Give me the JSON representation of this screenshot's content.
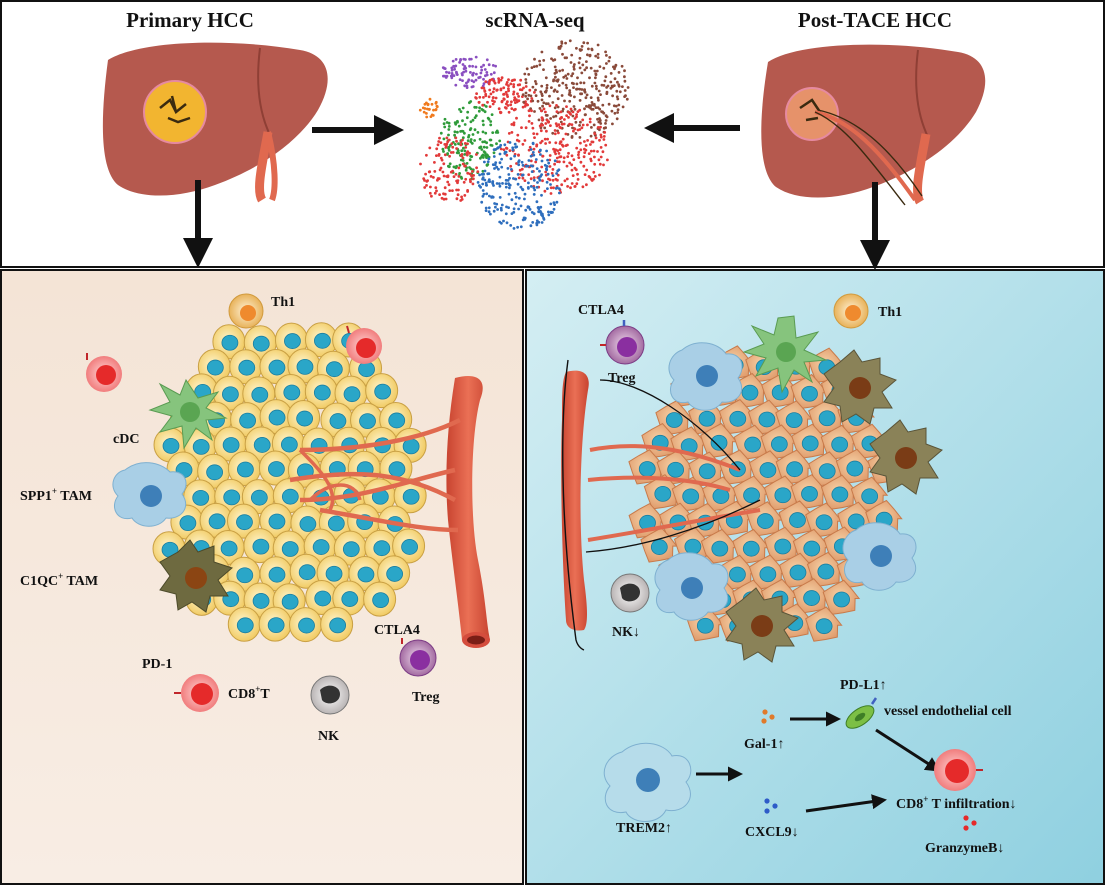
{
  "top": {
    "primary_title": "Primary HCC",
    "scrna_title": "scRNA-seq",
    "post_title": "Post-TACE HCC"
  },
  "left_panel": {
    "th1": "Th1",
    "cdc": "cDC",
    "spp1_tam_a": "SPP1",
    "spp1_tam_sup": "+",
    "spp1_tam_b": " TAM",
    "c1qc_tam_a": "C1QC",
    "c1qc_tam_sup": "+",
    "c1qc_tam_b": " TAM",
    "ctla4": "CTLA4",
    "treg": "Treg",
    "pd1": "PD-1",
    "cd8_a": "CD8",
    "cd8_sup": "+",
    "cd8_b": "T",
    "nk": "NK"
  },
  "right_panel": {
    "ctla4": "CTLA4",
    "treg": "Treg",
    "th1": "Th1",
    "nk": "NK↓",
    "pdl1": "PD-L1↑",
    "vessel_cell": "vessel endothelial cell",
    "gal1": "Gal-1↑",
    "trem2": "TREM2↑",
    "cxcl9": "CXCL9↓",
    "cd8_a": "CD8",
    "cd8_sup": "+",
    "cd8_b": " T infiltration↓",
    "granzyme": "GranzymeB↓"
  },
  "colors": {
    "liver": "#b5594e",
    "vessel": "#e0694f",
    "left_bg": "#f2e4d6",
    "right_bg": "#a7d9e6",
    "tumor_left": "#f1c958",
    "tumor_right": "#e4a36e",
    "nucleus": "#2aa6c8",
    "th1": "#f2a44a",
    "cd8": "#e52a2a",
    "treg": "#7c3c86",
    "cdc": "#7fc07a",
    "spp1_tam": "#7fb4d6",
    "c1qc_tam": "#6b6a3c"
  },
  "icons": [
    "liver-icon",
    "tsne-plot-icon",
    "arrow-icon",
    "blood-vessel-icon",
    "tumor-cluster-icon",
    "immune-cell-icon",
    "macrophage-icon",
    "dendritic-cell-icon"
  ]
}
